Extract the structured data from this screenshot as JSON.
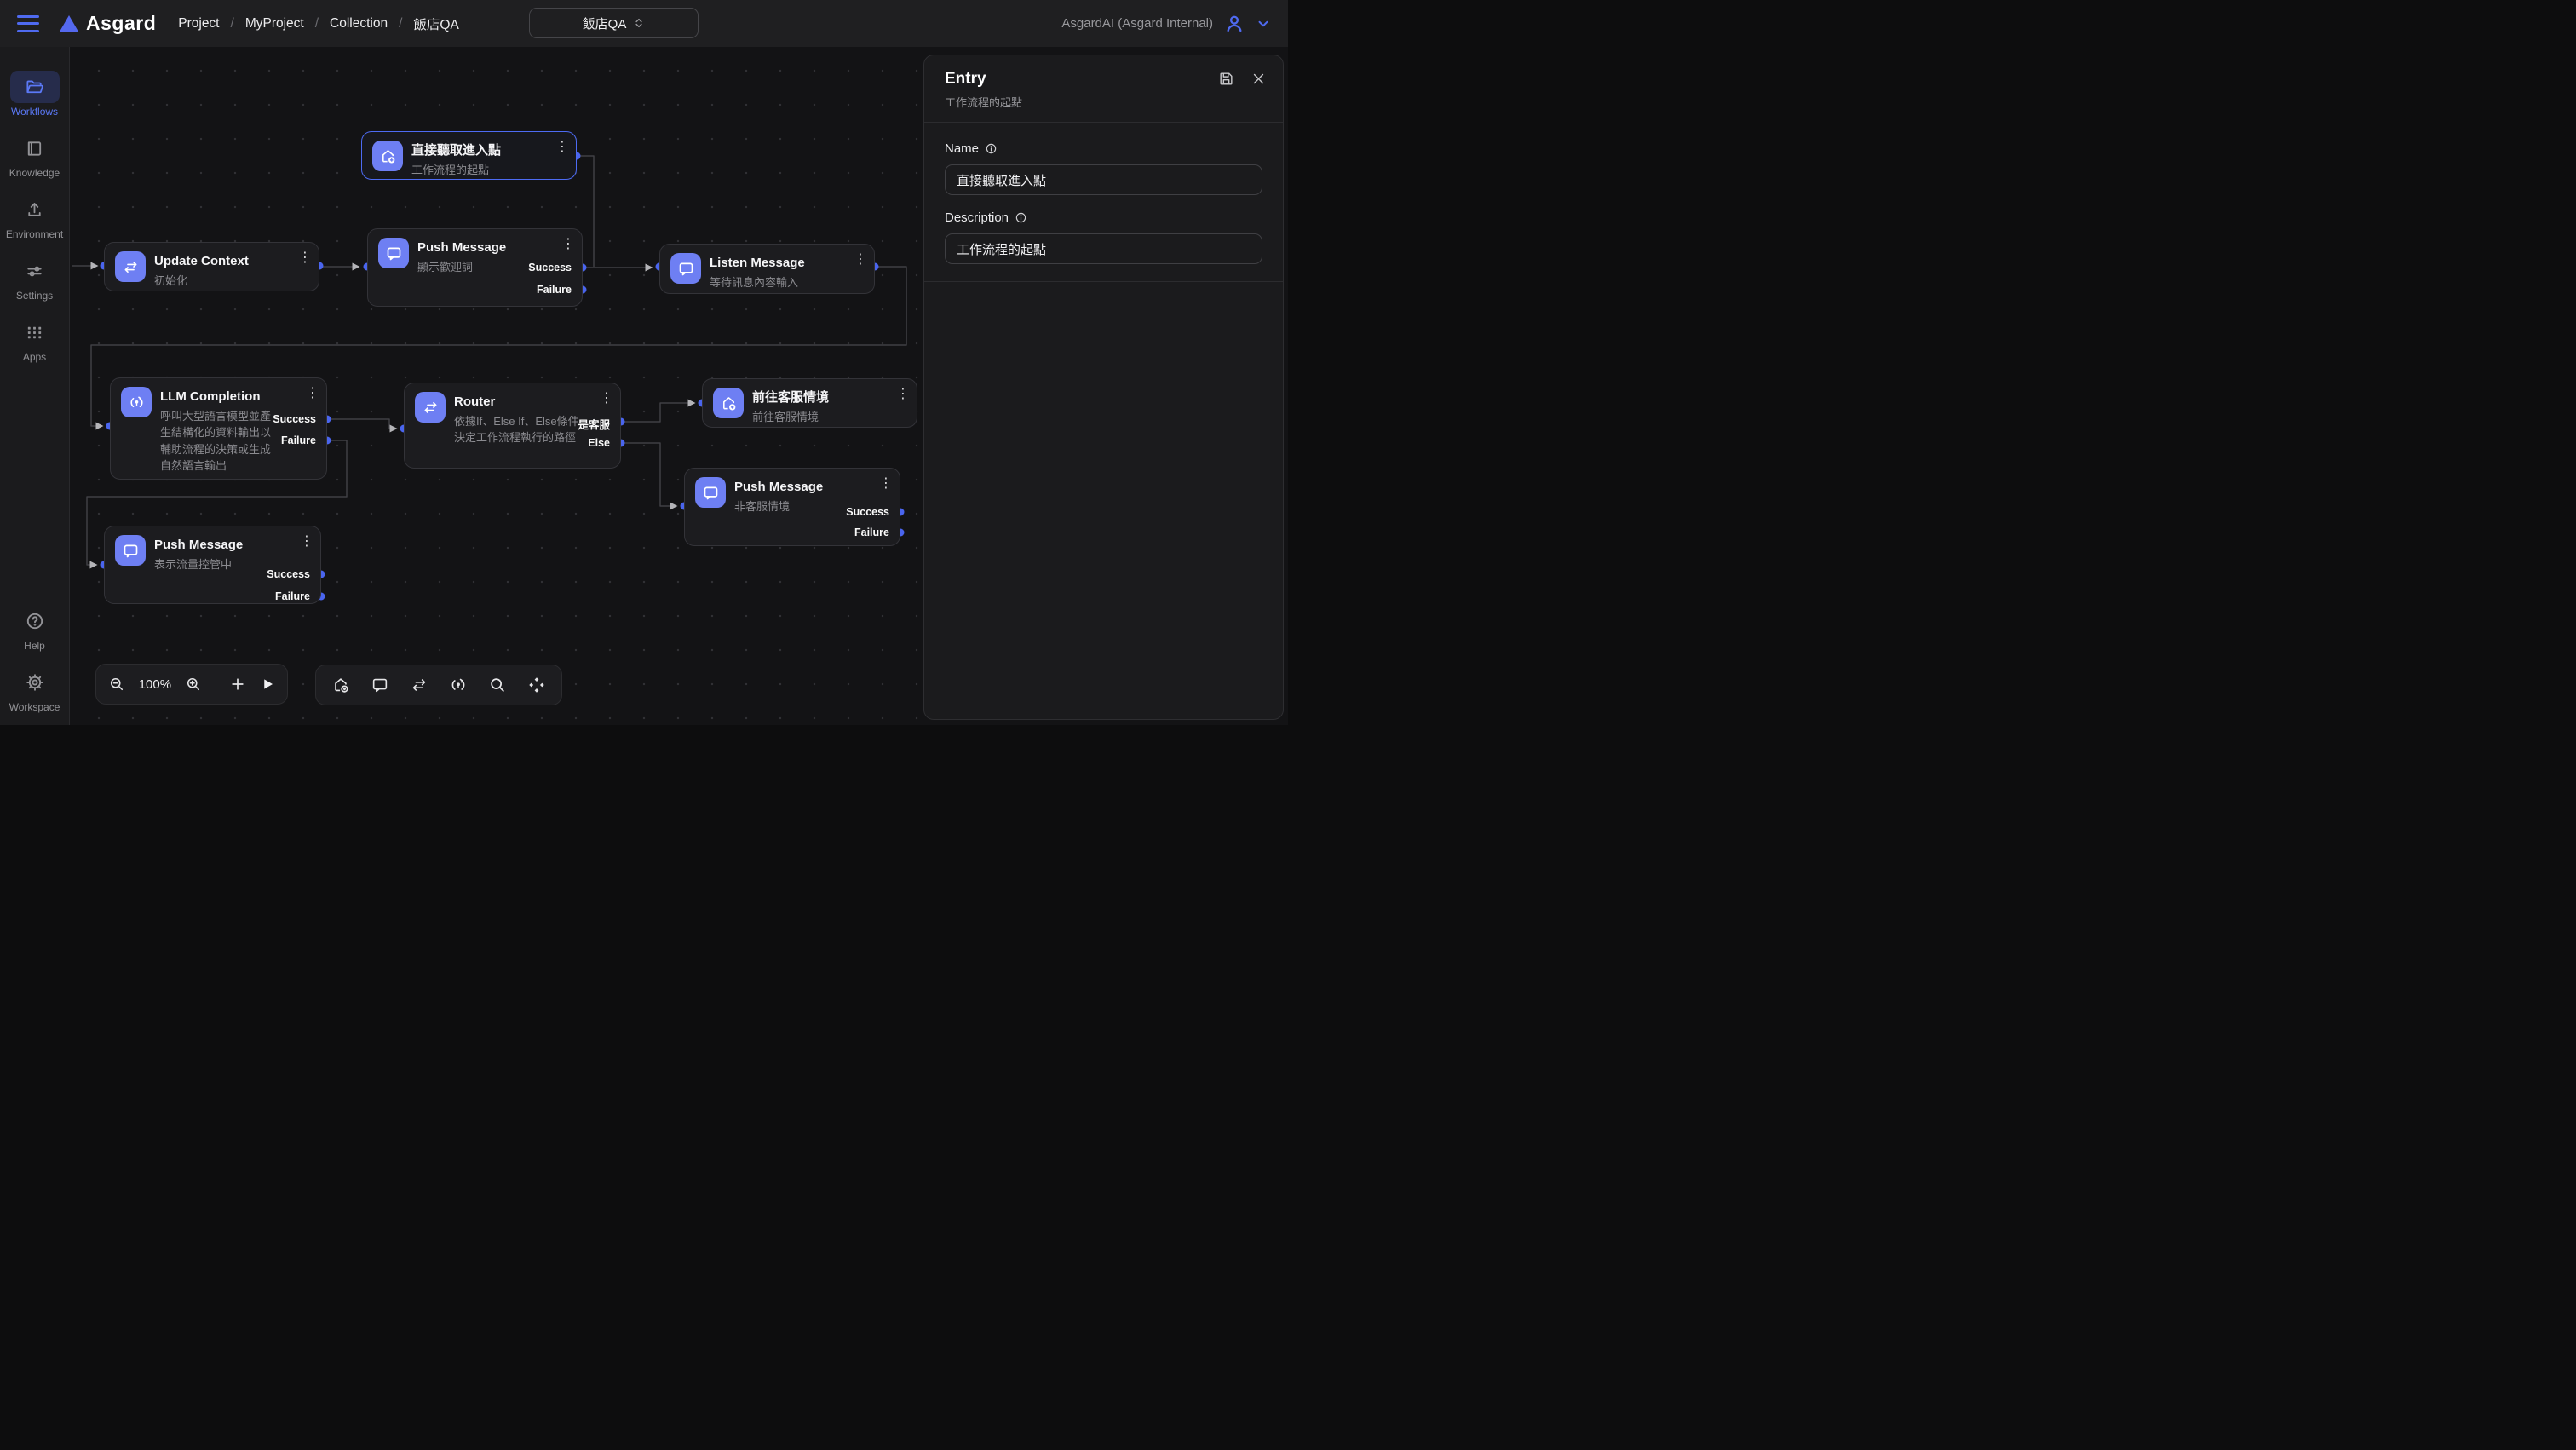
{
  "header": {
    "logo": "Asgard",
    "breadcrumbs": [
      "Project",
      "MyProject",
      "Collection",
      "飯店QA"
    ],
    "breadcrumb_separator": "/",
    "workflow_selector": "飯店QA",
    "account": "AsgardAI (Asgard Internal)"
  },
  "sidebar": {
    "items": [
      {
        "label": "Workflows"
      },
      {
        "label": "Knowledge"
      },
      {
        "label": "Environment"
      },
      {
        "label": "Settings"
      },
      {
        "label": "Apps"
      }
    ],
    "bottom_items": [
      {
        "label": "Help"
      },
      {
        "label": "Workspace"
      }
    ]
  },
  "nodes": [
    {
      "title": "直接聽取進入點",
      "subtitle": "工作流程的起點",
      "icon": "entry-icon",
      "selected": true,
      "outputs": []
    },
    {
      "title": "Update Context",
      "subtitle": "初始化",
      "icon": "swap-icon",
      "selected": false,
      "outputs": []
    },
    {
      "title": "Push Message",
      "subtitle": "顯示歡迎詞",
      "icon": "message-icon",
      "selected": false,
      "outputs": [
        "Success",
        "Failure"
      ]
    },
    {
      "title": "Listen Message",
      "subtitle": "等待訊息內容輸入",
      "icon": "message-icon",
      "selected": false,
      "outputs": []
    },
    {
      "title": "LLM Completion",
      "subtitle": "呼叫大型語言模型並產生結構化的資料輸出以輔助流程的決策或生成自然語言輸出",
      "icon": "llm-icon",
      "selected": false,
      "outputs": [
        "Success",
        "Failure"
      ]
    },
    {
      "title": "Router",
      "subtitle": "依據If、Else If、Else條件決定工作流程執行的路徑",
      "icon": "swap-icon",
      "selected": false,
      "outputs": [
        "是客服",
        "Else"
      ]
    },
    {
      "title": "前往客服情境",
      "subtitle": "前往客服情境",
      "icon": "entry-icon",
      "selected": false,
      "outputs": []
    },
    {
      "title": "Push Message",
      "subtitle": "非客服情境",
      "icon": "message-icon",
      "selected": false,
      "outputs": [
        "Success",
        "Failure"
      ]
    },
    {
      "title": "Push Message",
      "subtitle": "表示流量控管中",
      "icon": "message-icon",
      "selected": false,
      "outputs": [
        "Success",
        "Failure"
      ]
    }
  ],
  "canvas_toolbar": {
    "zoom_level": "100%"
  },
  "panel": {
    "title": "Entry",
    "subtitle": "工作流程的起點",
    "name_label": "Name",
    "name_value": "直接聽取進入點",
    "description_label": "Description",
    "description_value": "工作流程的起點"
  },
  "colors": {
    "accent": "#4f6af0",
    "node_icon_bg": "#6e7ff3",
    "port": "#4a65ee",
    "selected_border": "#4d6bf3"
  }
}
